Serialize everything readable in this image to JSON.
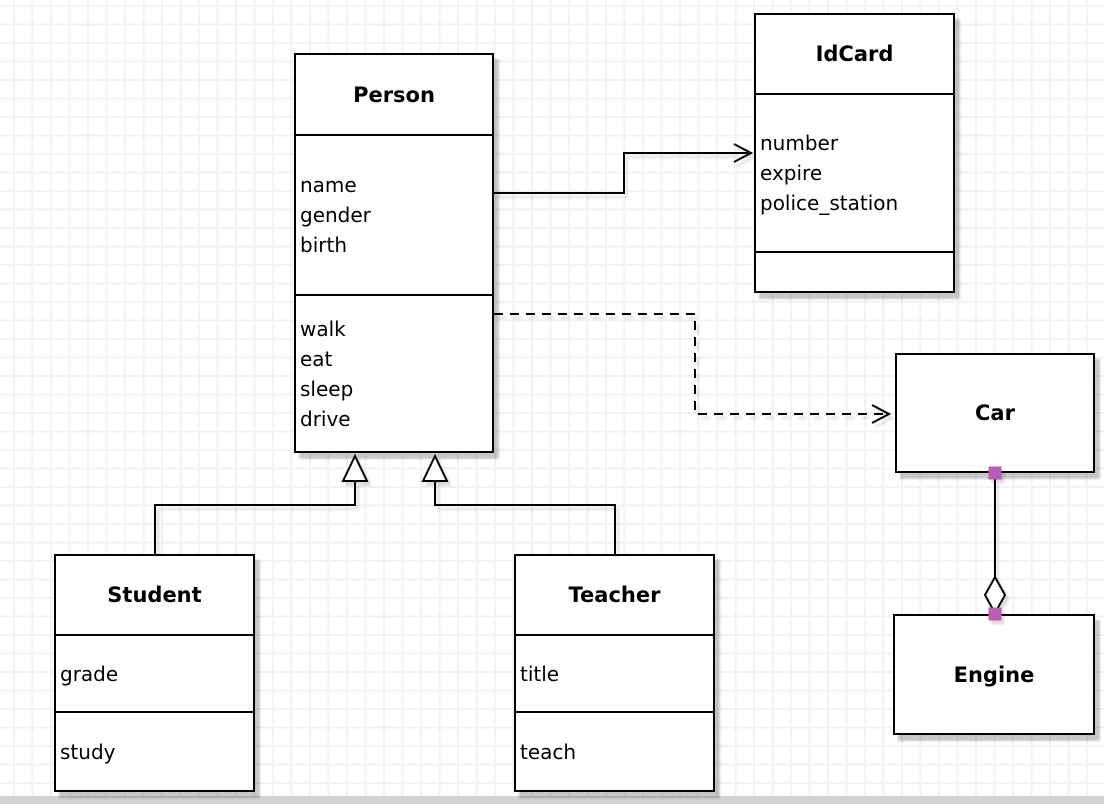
{
  "classes": {
    "person": {
      "name": "Person",
      "attributes": [
        "name",
        "gender",
        "birth"
      ],
      "methods": [
        "walk",
        "eat",
        "sleep",
        "drive"
      ]
    },
    "idcard": {
      "name": "IdCard",
      "attributes": [
        "number",
        "expire",
        "police_station"
      ],
      "methods": []
    },
    "car": {
      "name": "Car",
      "attributes": [],
      "methods": []
    },
    "engine": {
      "name": "Engine",
      "attributes": [],
      "methods": []
    },
    "student": {
      "name": "Student",
      "attributes": [
        "grade"
      ],
      "methods": [
        "study"
      ]
    },
    "teacher": {
      "name": "Teacher",
      "attributes": [
        "title"
      ],
      "methods": [
        "teach"
      ]
    }
  },
  "relationships": [
    {
      "from": "Person",
      "to": "IdCard",
      "type": "association",
      "line": "solid",
      "arrowhead": "open-arrow"
    },
    {
      "from": "Person",
      "to": "Car",
      "type": "dependency",
      "line": "dashed",
      "arrowhead": "open-arrow"
    },
    {
      "from": "Student",
      "to": "Person",
      "type": "generalization",
      "line": "solid",
      "arrowhead": "hollow-triangle"
    },
    {
      "from": "Teacher",
      "to": "Person",
      "type": "generalization",
      "line": "solid",
      "arrowhead": "hollow-triangle"
    },
    {
      "from": "Car",
      "to": "Engine",
      "type": "aggregation",
      "line": "solid",
      "arrowhead": "hollow-diamond",
      "endpoint_handles": 2
    }
  ],
  "colors": {
    "background": "#ffffff",
    "grid_line": "#f2f2f5",
    "box_fill": "#ffffff",
    "box_border": "#000000",
    "text": "#000000",
    "endpoint_handle": "#b85cb8",
    "page_edge": "#d2d2d2"
  }
}
